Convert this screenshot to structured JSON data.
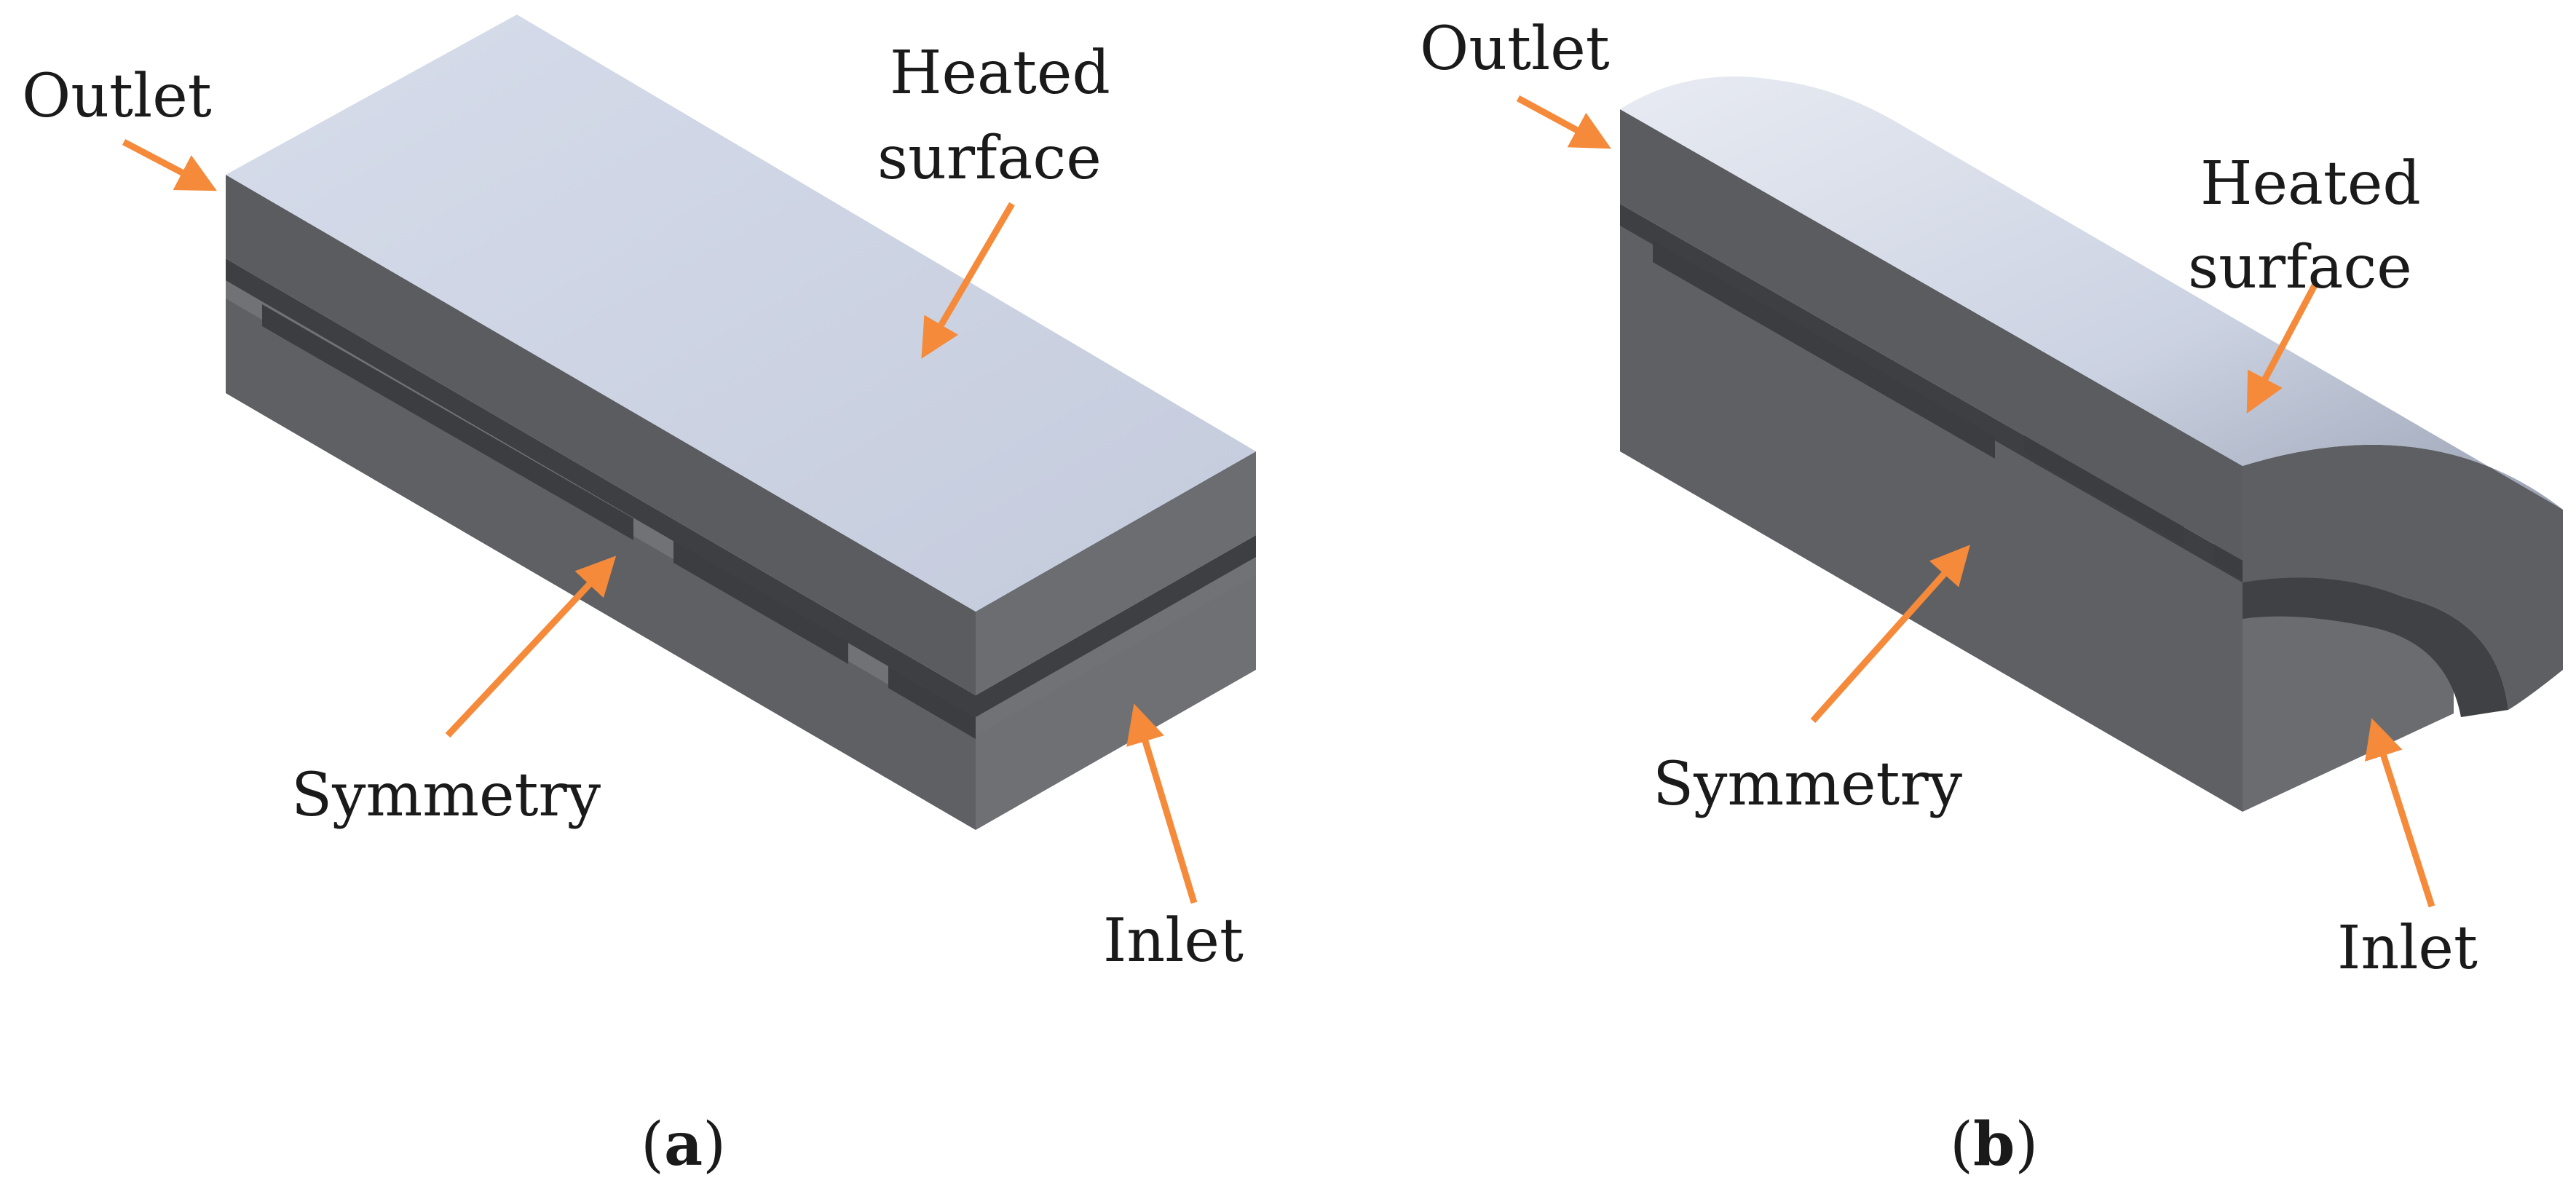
{
  "colors": {
    "arrow": "#f58a3a",
    "top_surface": "#cfd6e6",
    "body_dark": "#5a5c60",
    "body_mid": "#6b6d71",
    "body_darker": "#4a4c50",
    "slot": "#3c3d40"
  },
  "panels": [
    {
      "id": "a",
      "caption_letter": "a",
      "labels": {
        "outlet": "Outlet",
        "heated_line1": "Heated",
        "heated_line2": "surface",
        "symmetry": "Symmetry",
        "inlet": "Inlet"
      }
    },
    {
      "id": "b",
      "caption_letter": "b",
      "labels": {
        "outlet": "Outlet",
        "heated_line1": "Heated",
        "heated_line2": "surface",
        "symmetry": "Symmetry",
        "inlet": "Inlet"
      }
    }
  ],
  "caption_paren_open": "(",
  "caption_paren_close": ")"
}
